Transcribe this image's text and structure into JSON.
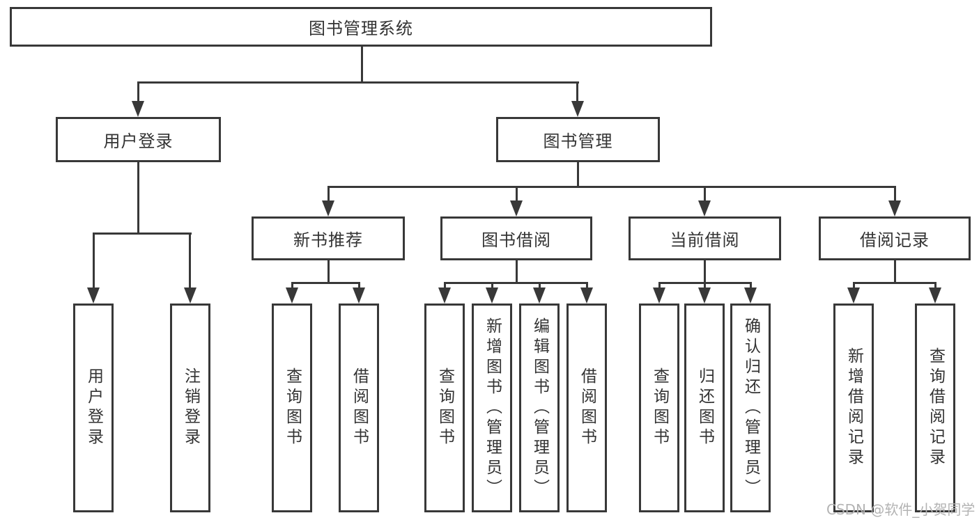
{
  "colors": {
    "line": "#383838",
    "text": "#333333",
    "watermark": "#b3b3b3",
    "background": "#ffffff"
  },
  "watermark": "CSDN @软件_小贺同学",
  "tree": {
    "root": {
      "label": "图书管理系统",
      "children": [
        {
          "label": "用户登录",
          "children": [
            {
              "label": "用户登录"
            },
            {
              "label": "注销登录"
            }
          ]
        },
        {
          "label": "图书管理",
          "children": [
            {
              "label": "新书推荐",
              "children": [
                {
                  "label": "查询图书"
                },
                {
                  "label": "借阅图书"
                }
              ]
            },
            {
              "label": "图书借阅",
              "children": [
                {
                  "label": "查询图书"
                },
                {
                  "label": "新增图书（管理员）"
                },
                {
                  "label": "编辑图书（管理员）"
                },
                {
                  "label": "借阅图书"
                }
              ]
            },
            {
              "label": "当前借阅",
              "children": [
                {
                  "label": "查询图书"
                },
                {
                  "label": "归还图书"
                },
                {
                  "label": "确认归还（管理员）"
                }
              ]
            },
            {
              "label": "借阅记录",
              "children": [
                {
                  "label": "新增借阅记录"
                },
                {
                  "label": "查询借阅记录"
                }
              ]
            }
          ]
        }
      ]
    }
  }
}
